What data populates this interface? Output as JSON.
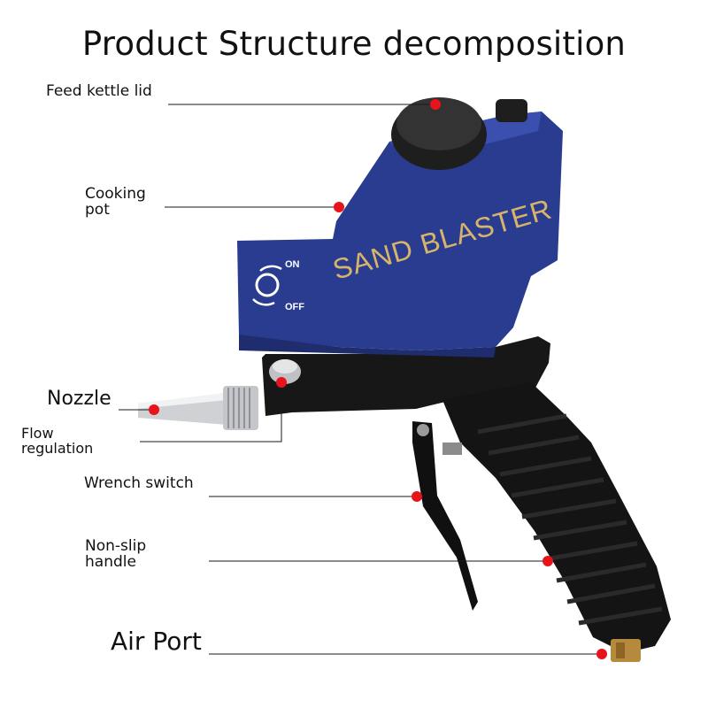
{
  "title": "Product Structure decomposition",
  "labels": {
    "feed_kettle_lid": "Feed kettle lid",
    "cooking_pot_line1": "Cooking",
    "cooking_pot_line2": "pot",
    "nozzle": "Nozzle",
    "flow_regulation_line1": "Flow",
    "flow_regulation_line2": "regulation",
    "wrench_switch": "Wrench switch",
    "non_slip_handle_line1": "Non-slip",
    "non_slip_handle_line2": "handle",
    "air_port": "Air Port"
  },
  "product": {
    "brand_text": "SAND BLASTER",
    "switch_on": "ON",
    "switch_off": "OFF"
  },
  "colors": {
    "marker": "#e8141b",
    "leader": "#1a1a1a",
    "pot_blue": "#283a8c",
    "gun_black": "#151515",
    "brand_gold": "#d7b46a"
  }
}
